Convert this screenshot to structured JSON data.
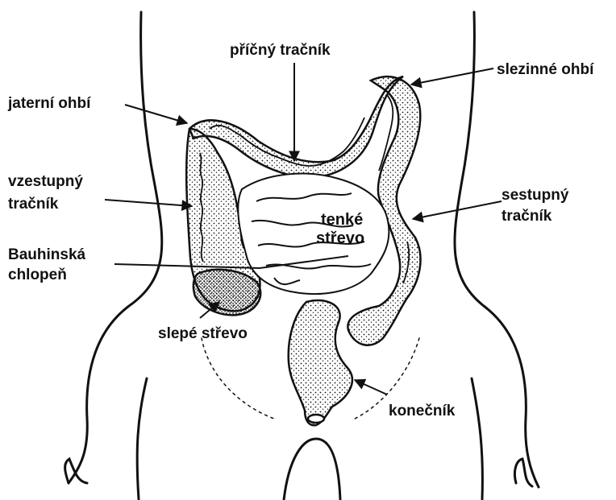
{
  "labels": {
    "pricny_tracnik": "příčný tračník",
    "slezinne_ohbi": "slezinné ohbí",
    "jaterni_ohbi": "jaterní ohbí",
    "vzestupny_line1": "vzestupný",
    "vzestupny_line2": "tračník",
    "sestupny_line1": "sestupný",
    "sestupny_line2": "tračník",
    "tenke_line1": "tenké",
    "tenke_line2": "střevo",
    "bauhinska_line1": "Bauhinská",
    "bauhinska_line2": "chlopeň",
    "slepe_strevo": "slepé střevo",
    "konecnik": "konečník"
  },
  "colors": {
    "ink": "#111111",
    "background": "#ffffff"
  }
}
